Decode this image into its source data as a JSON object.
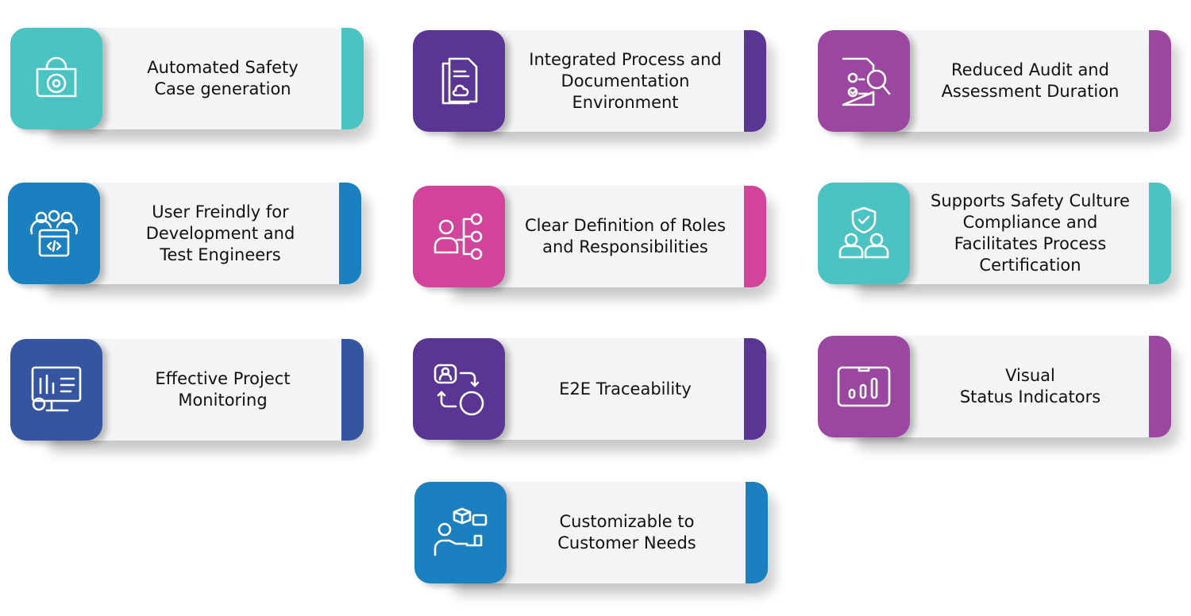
{
  "cards": [
    {
      "label": "Automated Safety\nCase generation",
      "icon": "lock-gear-icon",
      "color": "#4cc3c3"
    },
    {
      "label": "Integrated Process and\nDocumentation\nEnvironment",
      "icon": "documents-cloud-icon",
      "color": "#5a3594"
    },
    {
      "label": "Reduced Audit and\nAssessment Duration",
      "icon": "checklist-magnifier-icon",
      "color": "#9b46a0"
    },
    {
      "label": "User Freindly for\nDevelopment and\nTest Engineers",
      "icon": "team-code-icon",
      "color": "#1b80bf"
    },
    {
      "label": "Clear Definition of Roles\nand Responsibilities",
      "icon": "person-gears-icon",
      "color": "#d2449b"
    },
    {
      "label": "Supports Safety Culture\nCompliance and\nFacilitates Process\nCertification",
      "icon": "shield-workers-icon",
      "color": "#4cc3c3"
    },
    {
      "label": "Effective Project\nMonitoring",
      "icon": "monitor-chart-icon",
      "color": "#3555a0"
    },
    {
      "label": "E2E Traceability",
      "icon": "user-globe-arrows-icon",
      "color": "#5a3594"
    },
    {
      "label": "Visual\nStatus Indicators",
      "icon": "status-bars-icon",
      "color": "#9b46a0"
    },
    {
      "label": "Customizable to\nCustomer Needs",
      "icon": "customer-box-rating-icon",
      "color": "#1b80bf"
    }
  ]
}
